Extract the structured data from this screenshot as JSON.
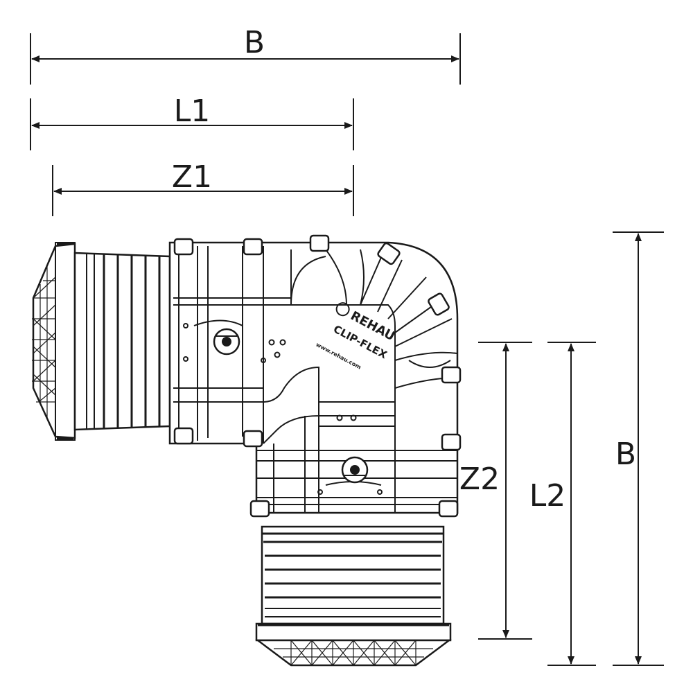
{
  "dimensions": {
    "top_overall": "B",
    "top_length": "L1",
    "top_insertion": "Z1",
    "right_overall": "B",
    "right_length": "L2",
    "right_insertion": "Z2"
  },
  "fitting": {
    "brand": "REHAU",
    "product": "CLIP-FLEX",
    "website": "www.rehau.com"
  },
  "colors": {
    "line": "#1a1a1a",
    "background": "#ffffff"
  }
}
